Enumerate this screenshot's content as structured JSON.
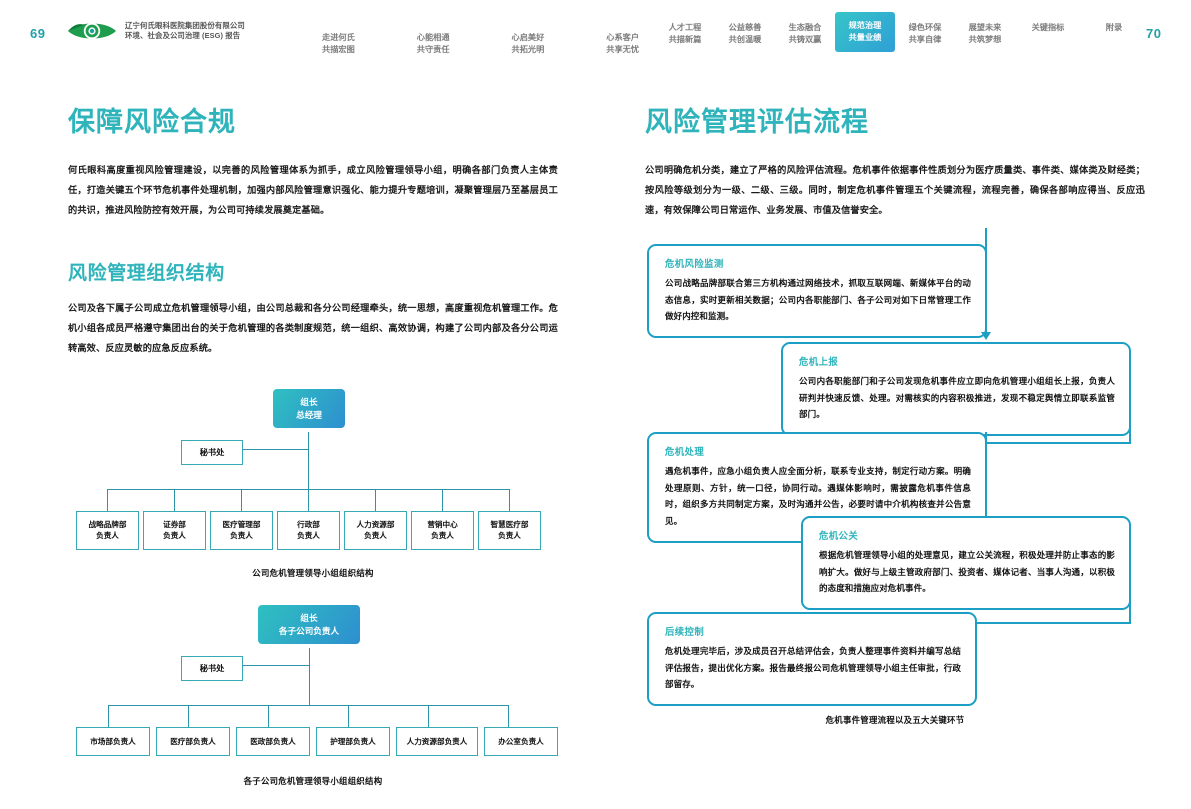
{
  "header": {
    "page_left": "69",
    "page_right": "70",
    "logo_icon": "eye-leaf-logo",
    "company_line1": "辽宁何氏眼科医院集团股份有限公司",
    "company_line2": "环境、社会及公司治理 (ESG) 报告",
    "nav_left": [
      {
        "l1": "走进何氏",
        "l2": "共描宏图"
      },
      {
        "l1": "心能相通",
        "l2": "共守责任"
      },
      {
        "l1": "心启美好",
        "l2": "共拓光明"
      },
      {
        "l1": "心系客户",
        "l2": "共享无忧"
      }
    ],
    "nav_right": [
      {
        "l1": "人才工程",
        "l2": "共描新篇",
        "active": false
      },
      {
        "l1": "公益慈善",
        "l2": "共创温暖",
        "active": false
      },
      {
        "l1": "生态融合",
        "l2": "共铸双赢",
        "active": false
      },
      {
        "l1": "规范治理",
        "l2": "共量业绩",
        "active": true
      },
      {
        "l1": "绿色环保",
        "l2": "共享自律",
        "active": false
      },
      {
        "l1": "展望未来",
        "l2": "共筑梦想",
        "active": false
      },
      {
        "l1": "关键指标",
        "l2": "",
        "active": false
      },
      {
        "l1": "附录",
        "l2": "",
        "active": false
      }
    ]
  },
  "left_page": {
    "title": "保障风险合规",
    "intro": "何氏眼科高度重视风险管理建设，以完善的风险管理体系为抓手，成立风险管理领导小组，明确各部门负责人主体责任，打造关键五个环节危机事件处理机制，加强内部风险管理意识强化、能力提升专题培训，凝聚管理层乃至基层员工的共识，推进风险防控有效开展，为公司可持续发展奠定基础。",
    "section2_title": "风险管理组织结构",
    "section2_text": "公司及各下属子公司成立危机管理领导小组，由公司总裁和各分公司经理牵头，统一思想，高度重视危机管理工作。危机小组各成员严格遵守集团出台的关于危机管理的各类制度规范，统一组织、高效协调，构建了公司内部及各分公司运转高效、反应灵敏的应急反应系统。",
    "chart1": {
      "root": {
        "line1": "组长",
        "line2": "总经理"
      },
      "secretary": "秘书处",
      "leaves": [
        {
          "line1": "战略品牌部",
          "line2": "负责人"
        },
        {
          "line1": "证券部",
          "line2": "负责人"
        },
        {
          "line1": "医疗管理部",
          "line2": "负责人"
        },
        {
          "line1": "行政部",
          "line2": "负责人"
        },
        {
          "line1": "人力资源部",
          "line2": "负责人"
        },
        {
          "line1": "营销中心",
          "line2": "负责人"
        },
        {
          "line1": "智慧医疗部",
          "line2": "负责人"
        }
      ],
      "caption": "公司危机管理领导小组组织结构"
    },
    "chart2": {
      "root": {
        "line1": "组长",
        "line2": "各子公司负责人"
      },
      "secretary": "秘书处",
      "leaves": [
        {
          "line1": "市场部负责人",
          "line2": ""
        },
        {
          "line1": "医疗部负责人",
          "line2": ""
        },
        {
          "line1": "医政部负责人",
          "line2": ""
        },
        {
          "line1": "护理部负责人",
          "line2": ""
        },
        {
          "line1": "人力资源部负责人",
          "line2": ""
        },
        {
          "line1": "办公室负责人",
          "line2": ""
        }
      ],
      "caption": "各子公司危机管理领导小组组织结构"
    }
  },
  "right_page": {
    "title": "风险管理评估流程",
    "intro": "公司明确危机分类，建立了严格的风险评估流程。危机事件依据事件性质划分为医疗质量类、事件类、媒体类及财经类；按风险等级划分为一级、二级、三级。同时，制定危机事件管理五个关键流程，流程完善，确保各部响应得当、反应迅速，有效保障公司日常运作、业务发展、市值及信誉安全。",
    "steps": [
      {
        "title": "危机风险监测",
        "text": "公司战略品牌部联合第三方机构通过网络技术，抓取互联网端、新媒体平台的动态信息，实时更新相关数据；公司内各职能部门、各子公司对如下日常管理工作做好内控和监测。"
      },
      {
        "title": "危机上报",
        "text": "公司内各职能部门和子公司发现危机事件应立即向危机管理小组组长上报，负责人研判并快速反馈、处理。对需核实的内容积极推进，发现不稳定舆情立即联系监管部门。"
      },
      {
        "title": "危机处理",
        "text": "遇危机事件，应急小组负责人应全面分析，联系专业支持，制定行动方案。明确处理原则、方针，统一口径，协同行动。遇媒体影响时，需披露危机事件信息时，组织多方共同制定方案，及时沟通并公告，必要时请中介机构核查并公告意见。"
      },
      {
        "title": "危机公关",
        "text": "根据危机管理领导小组的处理意见，建立公关流程，积极处理并防止事态的影响扩大。做好与上级主管政府部门、投资者、媒体记者、当事人沟通，以积极的态度和措施应对危机事件。"
      },
      {
        "title": "后续控制",
        "text": "危机处理完毕后，涉及成员召开总结评估会，负责人整理事件资料并编写总结评估报告，提出优化方案。报告最终报公司危机管理领导小组主任审批，行政部留存。"
      }
    ],
    "caption": "危机事件管理流程以及五大关键环节"
  },
  "colors": {
    "teal": "#2fb4bb",
    "blue": "#1c9fc4",
    "nav_gray": "#7d7d7d",
    "logo_green": "#1f9d4e"
  }
}
